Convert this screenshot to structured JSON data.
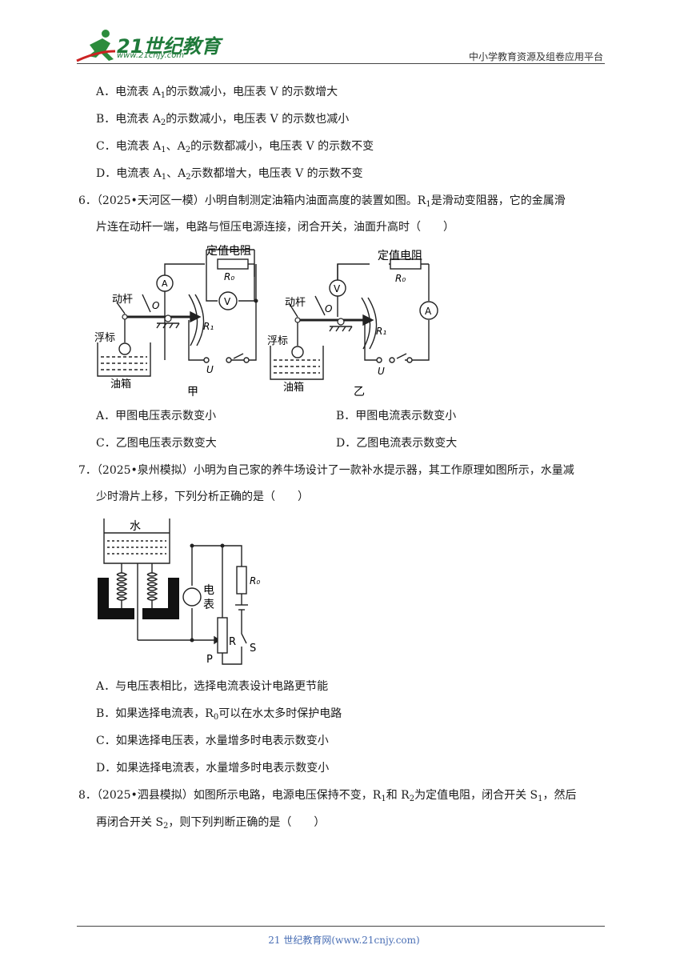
{
  "header": {
    "logo_text": "21世纪教育",
    "logo_url": "www.21cnjy.com",
    "right_text": "中小学教育资源及组卷应用平台"
  },
  "q5": {
    "options": [
      {
        "letter": "A．",
        "pre": "电流表 A",
        "sub1": "1",
        "post": "的示数减小，电压表 V 的示数增大"
      },
      {
        "letter": "B．",
        "pre": "电流表 A",
        "sub1": "2",
        "post": "的示数减小，电压表 V 的示数也减小"
      },
      {
        "letter": "C．",
        "pre": "电流表 A",
        "sub1": "1",
        "mid": "、A",
        "sub2": "2",
        "post": "的示数都减小，电压表 V 的示数不变"
      },
      {
        "letter": "D．",
        "pre": "电流表 A",
        "sub1": "1",
        "mid": "、A",
        "sub2": "2",
        "post": "示数都增大，电压表 V 的示数不变"
      }
    ]
  },
  "q6": {
    "number": "6．",
    "source": "（2025•天河区一模）",
    "line1_a": "小明自制测定油箱内油面高度的装置如图。R",
    "line1_sub": "1",
    "line1_b": "是滑动变阻器，它的金属滑",
    "line2": "片连在动杆一端，电路与恒压电源连接，闭合开关，油面升高时（　　）",
    "fig": {
      "fixed_resistor": "定值电阻",
      "r0": "R₀",
      "lever": "动杆",
      "pivot": "O",
      "r1": "R₁",
      "float": "浮标",
      "tank": "油箱",
      "source": "U",
      "ammeter": "A",
      "voltmeter": "V",
      "label_left": "甲",
      "label_right": "乙"
    },
    "options": {
      "A": "A．甲图电压表示数变小",
      "B": "B．甲图电流表示数变小",
      "C": "C．乙图电压表示数变大",
      "D": "D．乙图电流表示数变大"
    }
  },
  "q7": {
    "number": "7．",
    "source": "（2025•泉州模拟）",
    "line1": "小明为自己家的养牛场设计了一款补水提示器，其工作原理如图所示，水量减",
    "line2": "少时滑片上移，下列分析正确的是（　　）",
    "fig": {
      "water": "水",
      "meter_1": "电",
      "meter_2": "表",
      "r0": "R₀",
      "r": "R",
      "slider": "P",
      "switch": "S"
    },
    "options": [
      {
        "text": "A．与电压表相比，选择电流表设计电路更节能"
      },
      {
        "pre": "B．如果选择电流表，R",
        "sub": "0",
        "post": "可以在水太多时保护电路"
      },
      {
        "text": "C．如果选择电压表，水量增多时电表示数变小"
      },
      {
        "text": "D．如果选择电流表，水量增多时电表示数变小"
      }
    ]
  },
  "q8": {
    "number": "8．",
    "source": "（2025•泗县模拟）",
    "line1_a": "如图所示电路，电源电压保持不变，R",
    "line1_s1": "1",
    "line1_b": "和 R",
    "line1_s2": "2",
    "line1_c": "为定值电阻，闭合开关 S",
    "line1_s3": "1",
    "line1_d": "，然后",
    "line2_a": "再闭合开关 S",
    "line2_s": "2",
    "line2_b": "，则下列判断正确的是（　　）"
  },
  "footer": {
    "text": "21 世纪教育网(www.21cnjy.com)"
  }
}
